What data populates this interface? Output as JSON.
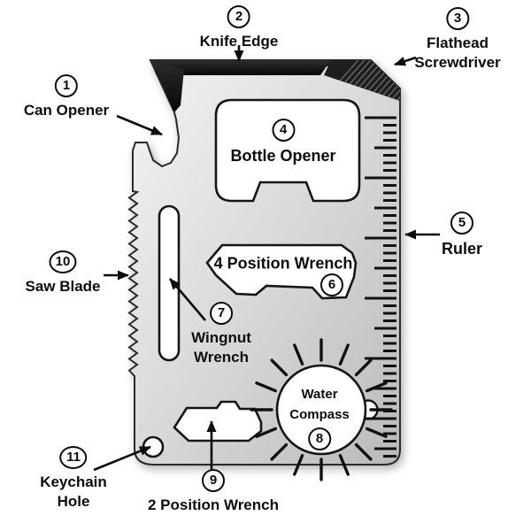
{
  "diagram": {
    "labels": {
      "can_opener": {
        "num": "1",
        "line1": "Can Opener"
      },
      "knife_edge": {
        "num": "2",
        "line1": "Knife Edge"
      },
      "flathead_screwdriver": {
        "num": "3",
        "line1": "Flathead",
        "line2": "Screwdriver"
      },
      "bottle_opener": {
        "num": "4",
        "line1": "Bottle Opener"
      },
      "ruler": {
        "num": "5",
        "line1": "Ruler"
      },
      "four_position_wrench": {
        "num": "6",
        "line1": "4 Position Wrench"
      },
      "wingnut_wrench": {
        "num": "7",
        "line1": "Wingnut",
        "line2": "Wrench"
      },
      "water_compass": {
        "num": "8",
        "line1": "Water",
        "line2": "Compass"
      },
      "two_position_wrench": {
        "num": "9",
        "line1": "2 Position Wrench"
      },
      "saw_blade": {
        "num": "10",
        "line1": "Saw Blade"
      },
      "keychain_hole": {
        "num": "11",
        "line1": "Keychain",
        "line2": "Hole"
      }
    },
    "colors": {
      "background": "#ffffff",
      "card_silver": "#d7d7d7",
      "knife_edge_black": "#111111",
      "outline": "#1a1a1a",
      "text": "#0d0d0d"
    }
  }
}
